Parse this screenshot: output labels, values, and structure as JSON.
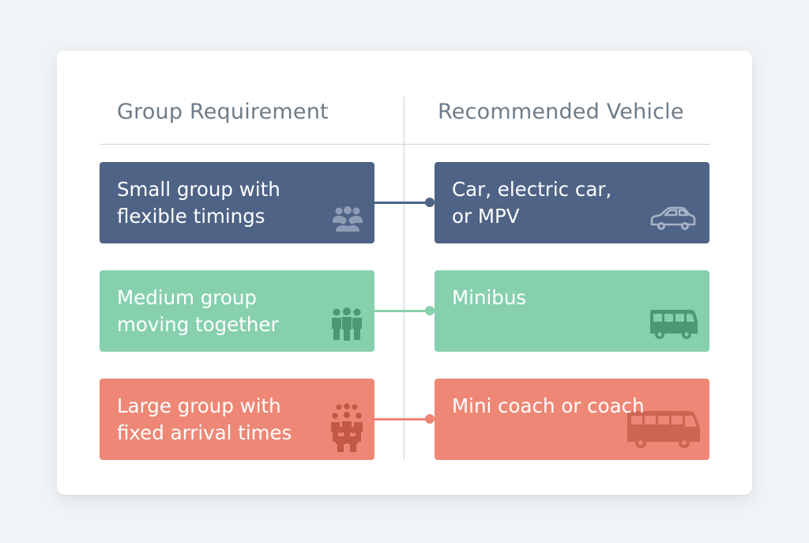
{
  "headers": {
    "left": "Group Requirement",
    "right": "Recommended Vehicle"
  },
  "rows": [
    {
      "requirement": "Small group with\nflexible timings",
      "vehicle": "Car, electric car,\nor MPV",
      "color": "#4e6385",
      "requirement_icon": "group-icon",
      "vehicle_icon": "car-icon"
    },
    {
      "requirement": "Medium group\nmoving together",
      "vehicle": "Minibus",
      "color": "#86d0ae",
      "requirement_icon": "people-icon",
      "vehicle_icon": "minibus-icon"
    },
    {
      "requirement": "Large group with\nfixed arrival times",
      "vehicle": "Mini coach or coach",
      "color": "#ee8775",
      "requirement_icon": "crowd-icon",
      "vehicle_icon": "coach-icon"
    }
  ]
}
